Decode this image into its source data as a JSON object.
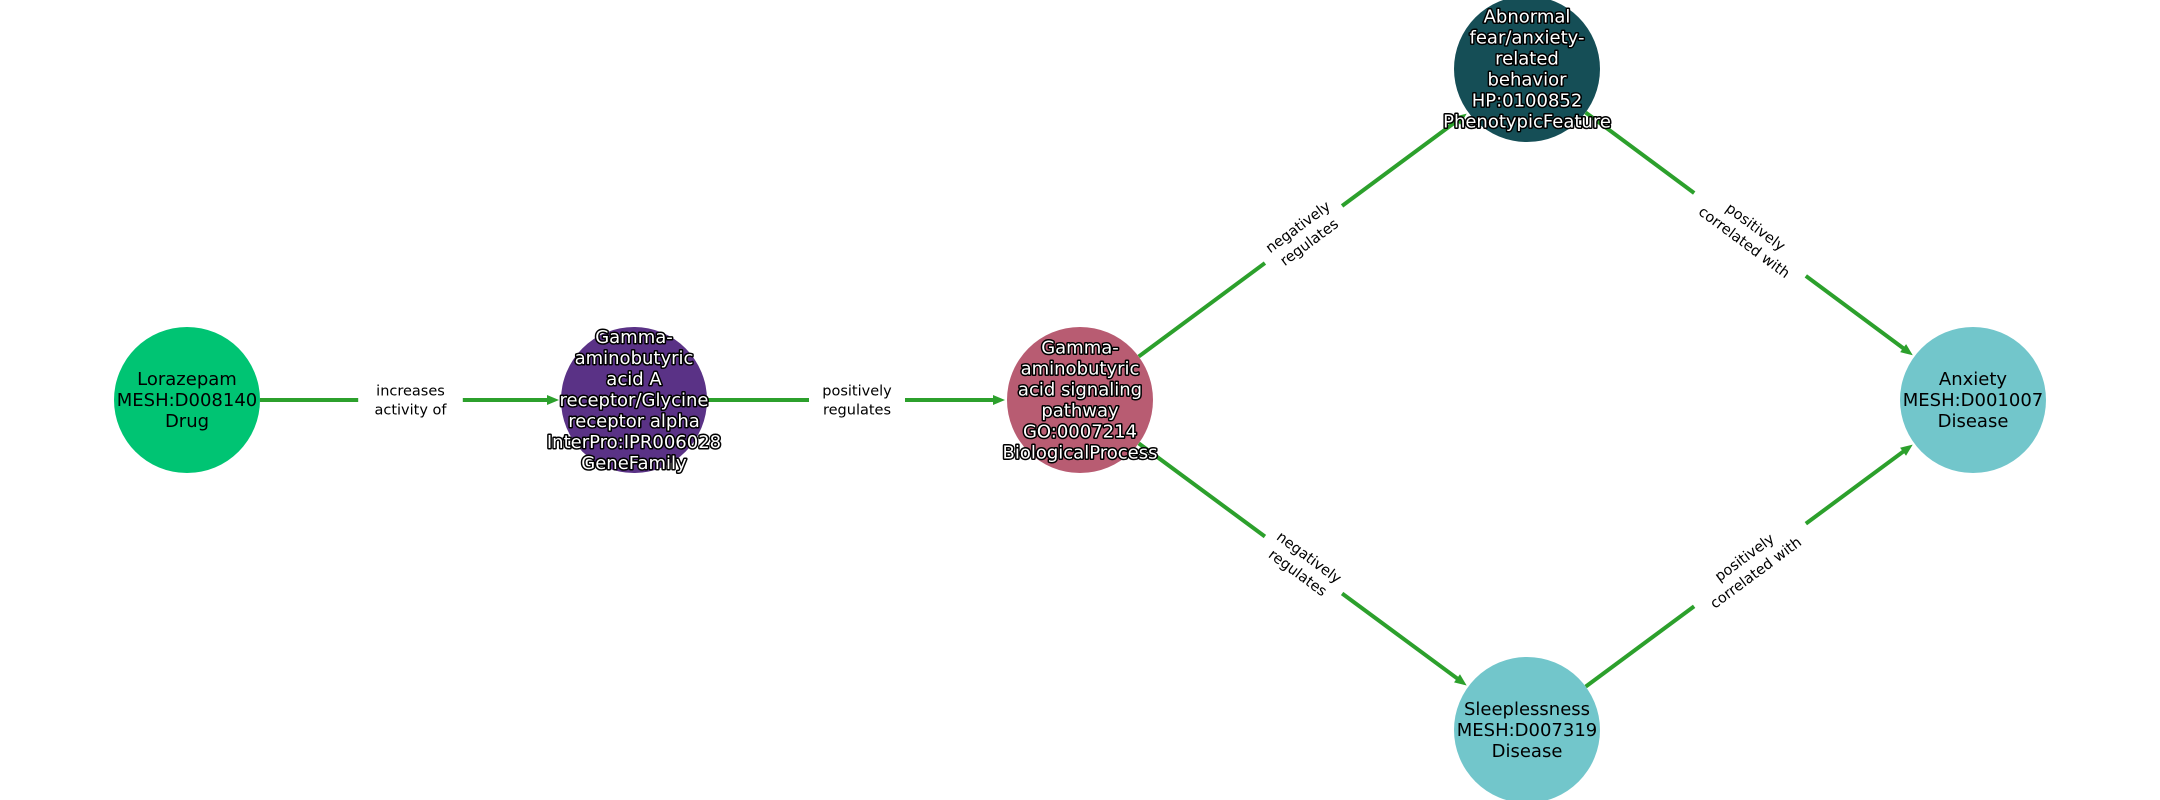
{
  "nodes": [
    {
      "id": "lorazepam",
      "lines": [
        "Lorazepam",
        "MESH:D008140",
        "Drug"
      ],
      "color": "#00c473"
    },
    {
      "id": "gaba_a",
      "lines": [
        "Gamma-",
        "aminobutyric",
        "acid A",
        "receptor/Glycine",
        "receptor alpha",
        "InterPro:IPR006028",
        "GeneFamily"
      ],
      "color": "#5a3286"
    },
    {
      "id": "gaba_path",
      "lines": [
        "Gamma-",
        "aminobutyric",
        "acid signaling",
        "pathway",
        "GO:0007214",
        "BiologicalProcess"
      ],
      "color": "#b85c72"
    },
    {
      "id": "abnormal",
      "lines": [
        "Abnormal",
        "fear/anxiety-",
        "related",
        "behavior",
        "HP:0100852",
        "PhenotypicFeature"
      ],
      "color": "#154e56"
    },
    {
      "id": "sleep",
      "lines": [
        "Sleeplessness",
        "MESH:D007319",
        "Disease"
      ],
      "color": "#72c6cb"
    },
    {
      "id": "anxiety",
      "lines": [
        "Anxiety",
        "MESH:D001007",
        "Disease"
      ],
      "color": "#72c6cb"
    }
  ],
  "edges": [
    {
      "from": "lorazepam",
      "to": "gaba_a",
      "lines": [
        "increases",
        "activity of"
      ]
    },
    {
      "from": "gaba_a",
      "to": "gaba_path",
      "lines": [
        "positively",
        "regulates"
      ]
    },
    {
      "from": "gaba_path",
      "to": "abnormal",
      "lines": [
        "negatively",
        "regulates"
      ]
    },
    {
      "from": "gaba_path",
      "to": "sleep",
      "lines": [
        "negatively",
        "regulates"
      ]
    },
    {
      "from": "abnormal",
      "to": "anxiety",
      "lines": [
        "positively",
        "correlated with"
      ]
    },
    {
      "from": "sleep",
      "to": "anxiety",
      "lines": [
        "positively",
        "correlated with"
      ]
    }
  ],
  "colors": {
    "edge": "#2ca02c"
  }
}
